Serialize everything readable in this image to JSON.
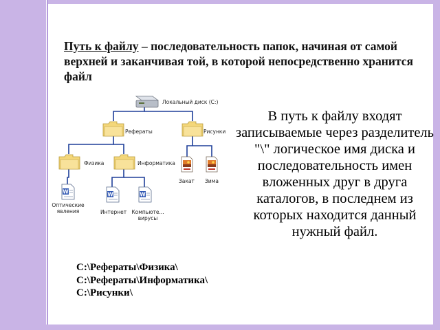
{
  "heading": {
    "term": "Путь к файлу",
    "definition": " – последовательность папок, начиная от самой верхней и заканчивая той, в которой непосредственно хранится файл"
  },
  "tree": {
    "root": "Локальный диск (C:)",
    "folders": [
      "Рефераты",
      "Рисунки",
      "Физика",
      "Информатика"
    ],
    "files": [
      "Оптические явления",
      "Интернет",
      "Компьюте... вирусы",
      "Закат",
      "Зима"
    ]
  },
  "explanation": "В путь к файлу входят записываемые через разделитель \"\\\" логическое имя диска и последовательность имен вложенных друг в друга каталогов, в последнем из которых находится данный нужный файл.",
  "paths": [
    "C:\\Рефераты\\Физика\\",
    "C:\\Рефераты\\Информатика\\",
    "C:\\Рисунки\\"
  ],
  "colors": {
    "border": "#c9b4e6",
    "folder": "#f4d77a",
    "connector": "#1e3f99"
  }
}
